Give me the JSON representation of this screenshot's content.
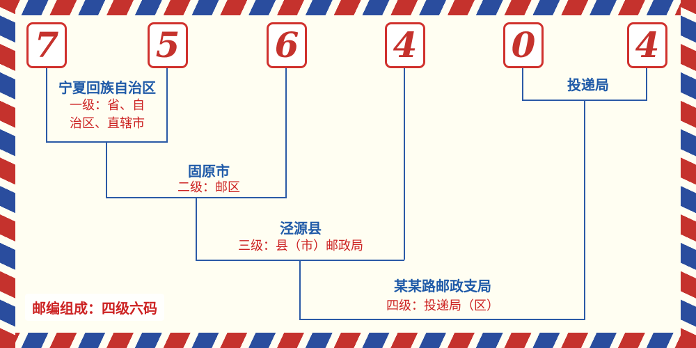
{
  "postal_code": {
    "digits": [
      "7",
      "5",
      "6",
      "4",
      "0",
      "4"
    ]
  },
  "labels": {
    "level1": {
      "name": "宁夏回族自治区",
      "desc": "一级：省、自\n治区、直辖市"
    },
    "level2": {
      "name": "固原市",
      "desc": "二级：邮区"
    },
    "level3": {
      "name": "泾源县",
      "desc": "三级：县（市）邮政局"
    },
    "level4": {
      "name": "某某路邮政支局",
      "desc": "四级：投递局（区）"
    },
    "delivery": {
      "name": "投递局"
    }
  },
  "footer": {
    "text": "邮编组成：四级六码"
  },
  "colors": {
    "digit_red": "#c5322d",
    "line_blue": "#2b5aa6",
    "label_blue": "#1f5aa8",
    "desc_red": "#cc2222",
    "background": "#fffef2"
  }
}
